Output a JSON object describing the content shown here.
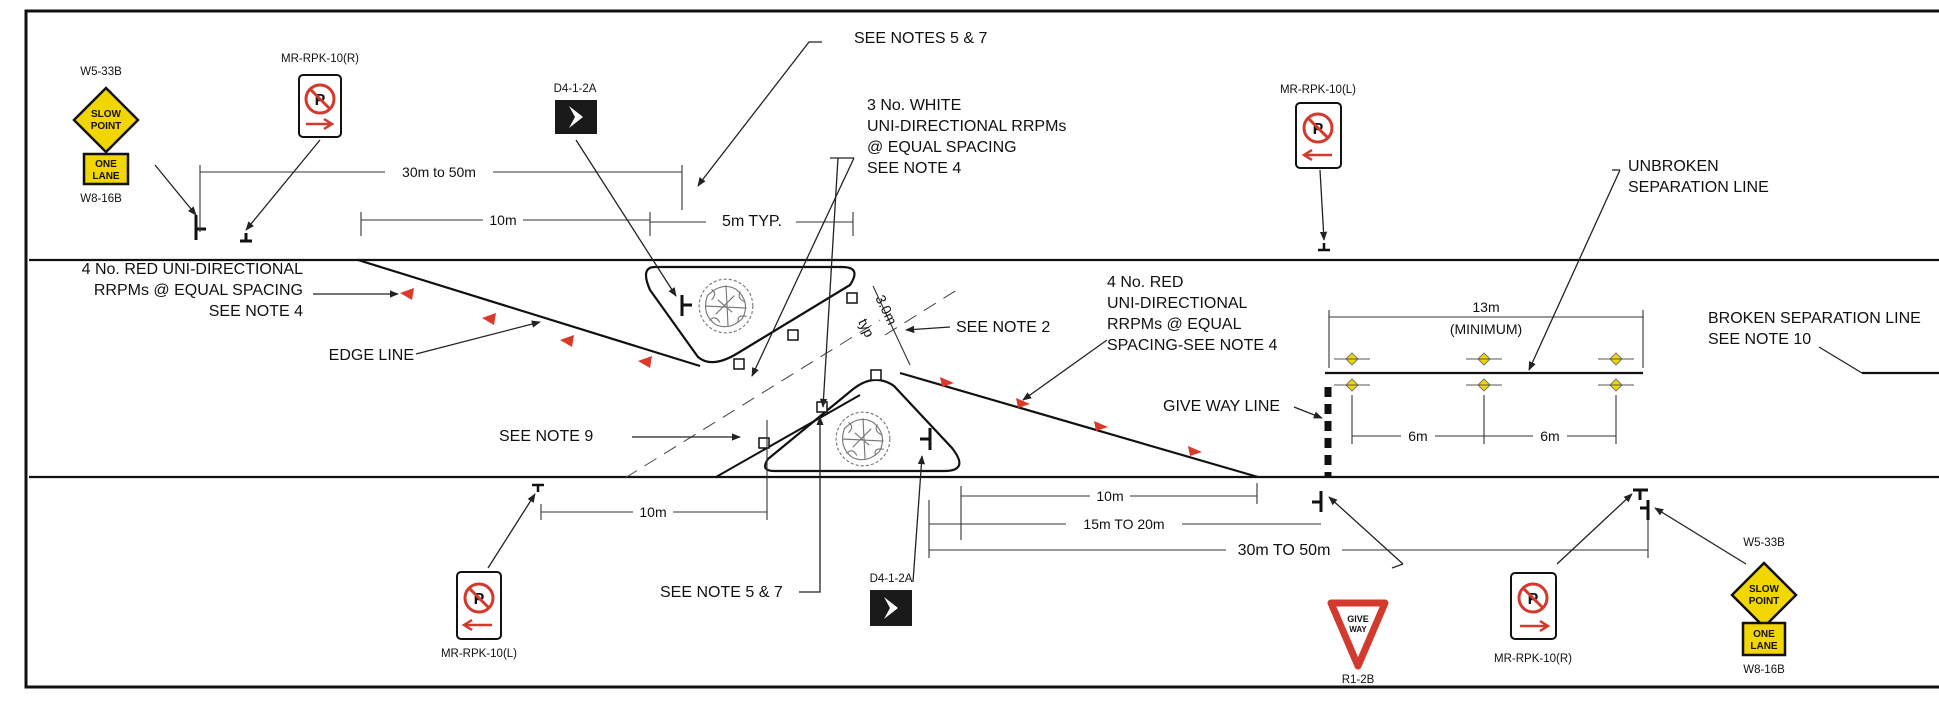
{
  "labels": {
    "w5_33b_left": "W5-33B",
    "w8_16b_left": "W8-16B",
    "mr_rpk_10r_left": "MR-RPK-10(R)",
    "d4_1_2a_top": "D4-1-2A",
    "see_notes_5_7": "SEE NOTES 5 & 7",
    "white_rrpms_line1": "3 No. WHITE",
    "white_rrpms_line2": "UNI-DIRECTIONAL RRPMs",
    "white_rrpms_line3": "@ EQUAL SPACING",
    "white_rrpms_line4": "SEE NOTE 4",
    "mr_rpk_10l_top": "MR-RPK-10(L)",
    "unbroken_line1": "UNBROKEN",
    "unbroken_line2": "SEPARATION LINE",
    "red_rrpms_left_line1": "4 No. RED UNI-DIRECTIONAL",
    "red_rrpms_left_line2": "RRPMs @ EQUAL SPACING",
    "red_rrpms_left_line3": "SEE NOTE 4",
    "edge_line": "EDGE LINE",
    "see_note_2": "SEE NOTE 2",
    "red_rrpms_right_line1": "4 No. RED",
    "red_rrpms_right_line2": "UNI-DIRECTIONAL",
    "red_rrpms_right_line3": "RRPMs @ EQUAL",
    "red_rrpms_right_line4": "SPACING-SEE NOTE 4",
    "broken_sep_line1": "BROKEN SEPARATION LINE",
    "broken_sep_line2": "SEE NOTE 10",
    "give_way_line": "GIVE WAY LINE",
    "see_note_9": "SEE NOTE 9",
    "see_note_5_7_bottom": "SEE NOTE 5 & 7",
    "d4_1_2a_bottom": "D4-1-2A",
    "mr_rpk_10l_bottom": "MR-RPK-10(L)",
    "r1_2b": "R1-2B",
    "mr_rpk_10r_bottom": "MR-RPK-10(R)",
    "w5_33b_right": "W5-33B",
    "w8_16b_right": "W8-16B"
  },
  "dimensions": {
    "d_30_50_top": "30m to 50m",
    "d_10m_top": "10m",
    "d_5m_typ": "5m TYP.",
    "d_30m_typ_a": "3.0m",
    "d_30m_typ_b": "typ",
    "d_13m": "13m",
    "d_13m_min": "(MINIMUM)",
    "d_6m_a": "6m",
    "d_6m_b": "6m",
    "d_10m_bottom_left": "10m",
    "d_10m_bottom_right": "10m",
    "d_15_20": "15m TO 20m",
    "d_30_50_bottom": "30m TO 50m"
  },
  "sign_text": {
    "slow": "SLOW",
    "point": "POINT",
    "one": "ONE",
    "lane": "LANE",
    "give": "GIVE",
    "way": "WAY",
    "p": "P"
  },
  "colors": {
    "line": "#111111",
    "red_marker": "#d93a2a",
    "yellow_sign": "#f2d600",
    "no_parking_red": "#d33a2e",
    "chevron_bg": "#1a1a1a"
  }
}
